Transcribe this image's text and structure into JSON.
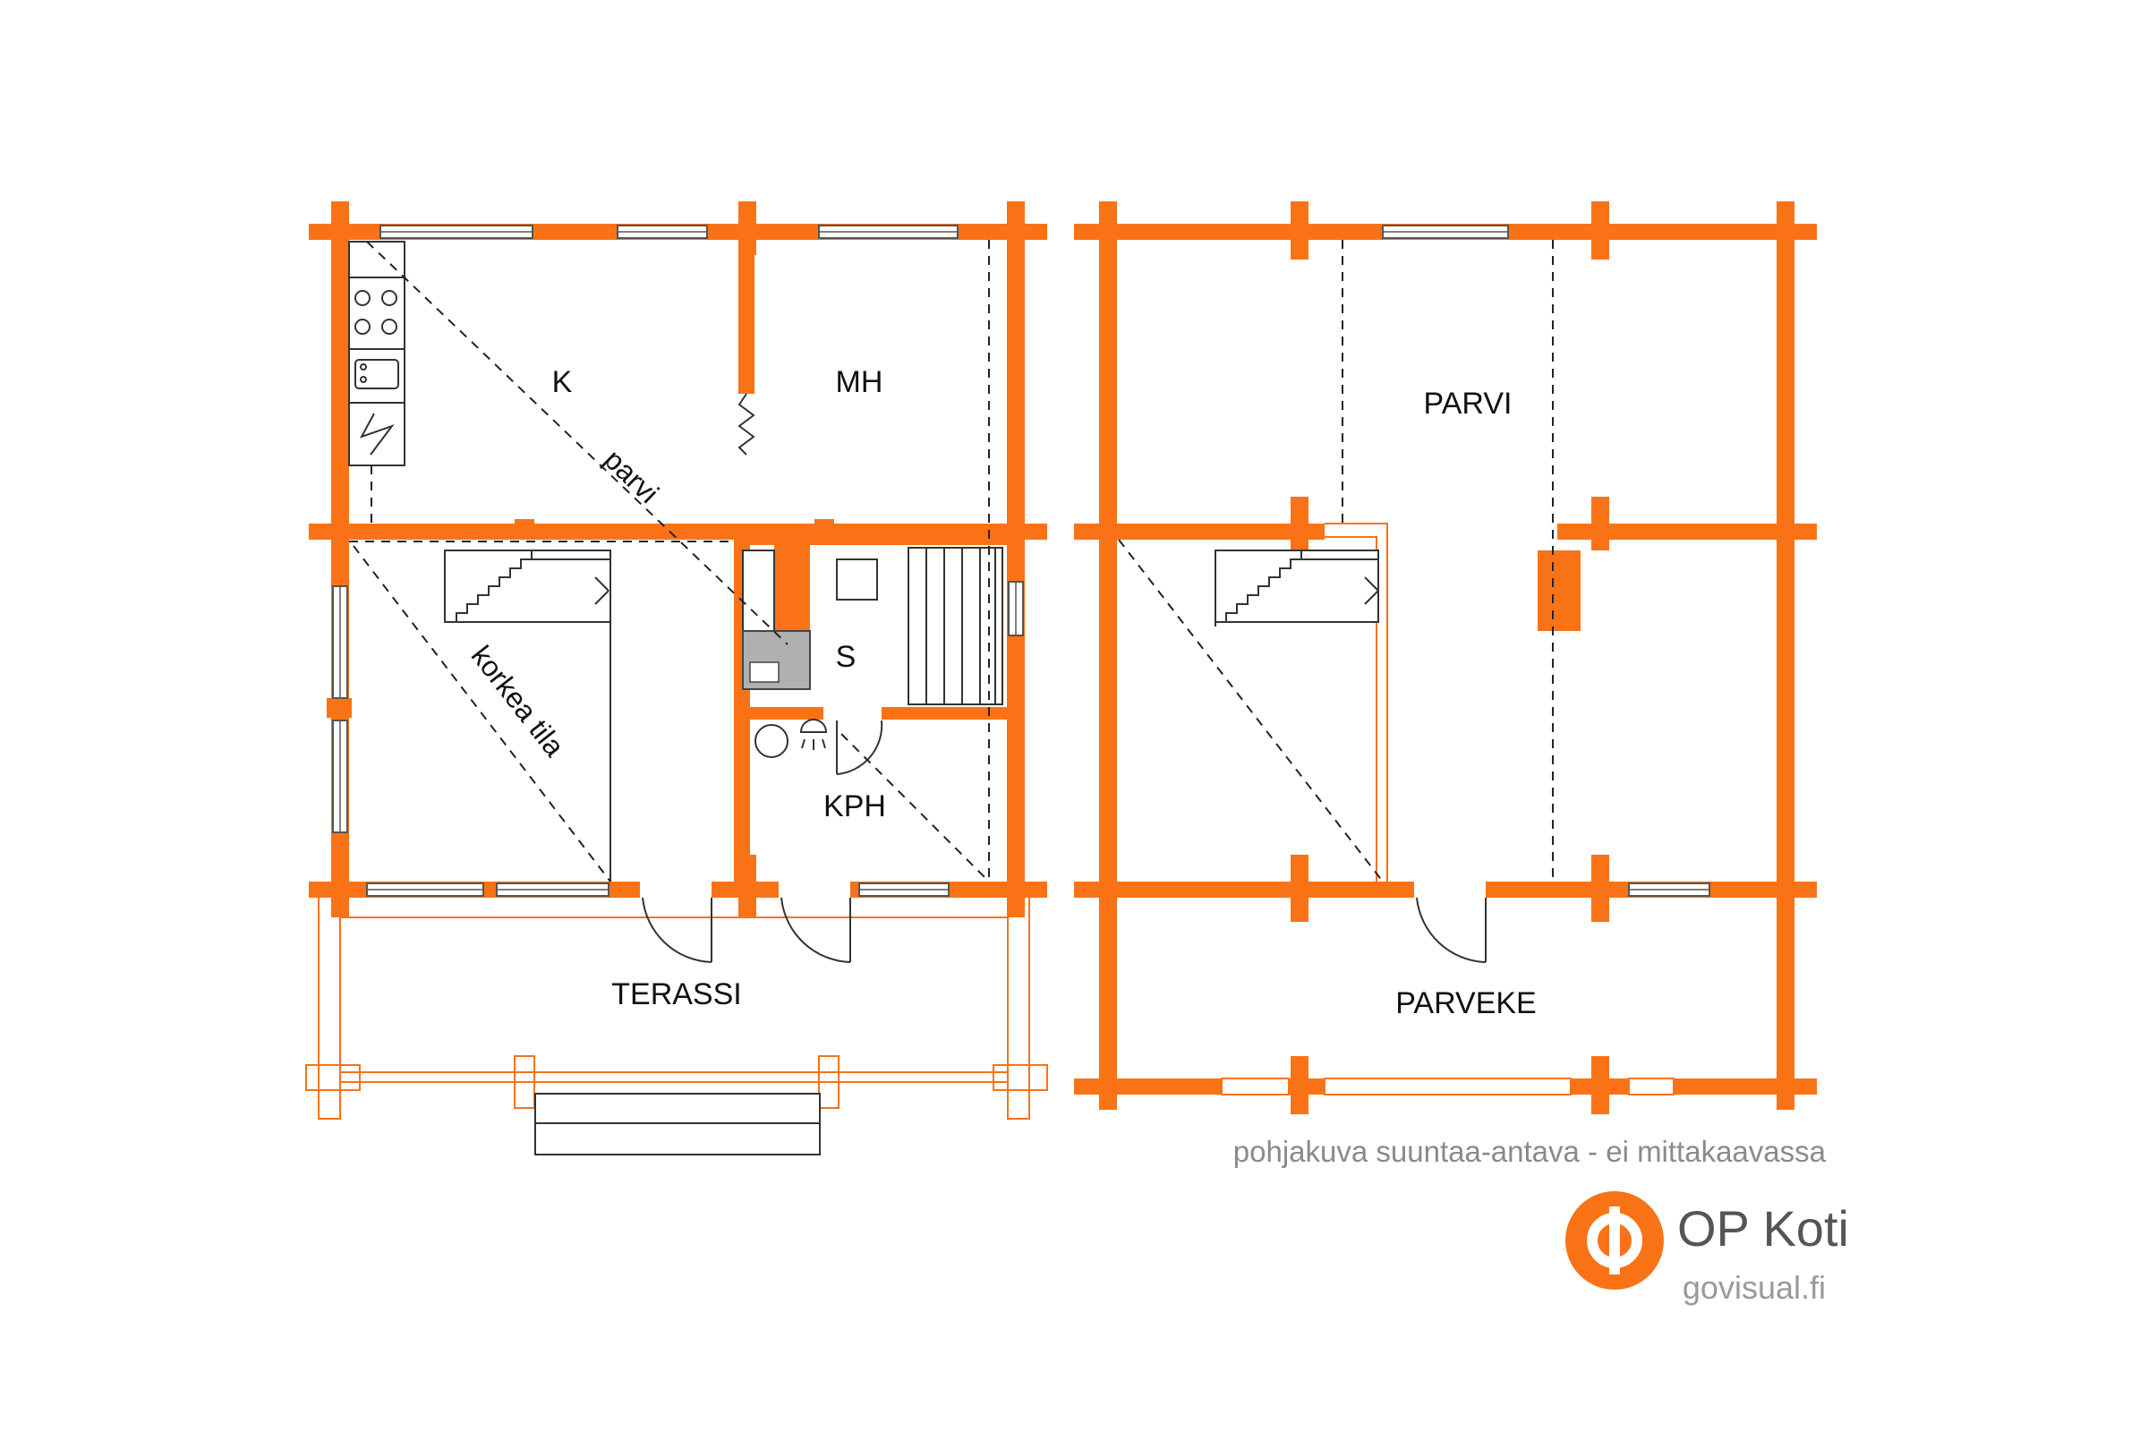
{
  "floorplan": {
    "ground_floor": {
      "rooms": {
        "kitchen": "K",
        "living_room": "MH",
        "sauna": "S",
        "bathroom": "KPH",
        "terrace": "TERASSI"
      },
      "annotations": {
        "loft_above": "parvi",
        "high_space": "korkea tila"
      }
    },
    "upper_floor": {
      "rooms": {
        "loft": "PARVI",
        "balcony": "PARVEKE"
      }
    },
    "colors": {
      "wall": "#f97316",
      "line": "#333333",
      "background": "#ffffff"
    }
  },
  "footer": {
    "note": "pohjakuva suuntaa-antava - ei mittakaavassa",
    "brand_name": "OP Koti",
    "brand_url": "govisual.fi"
  }
}
